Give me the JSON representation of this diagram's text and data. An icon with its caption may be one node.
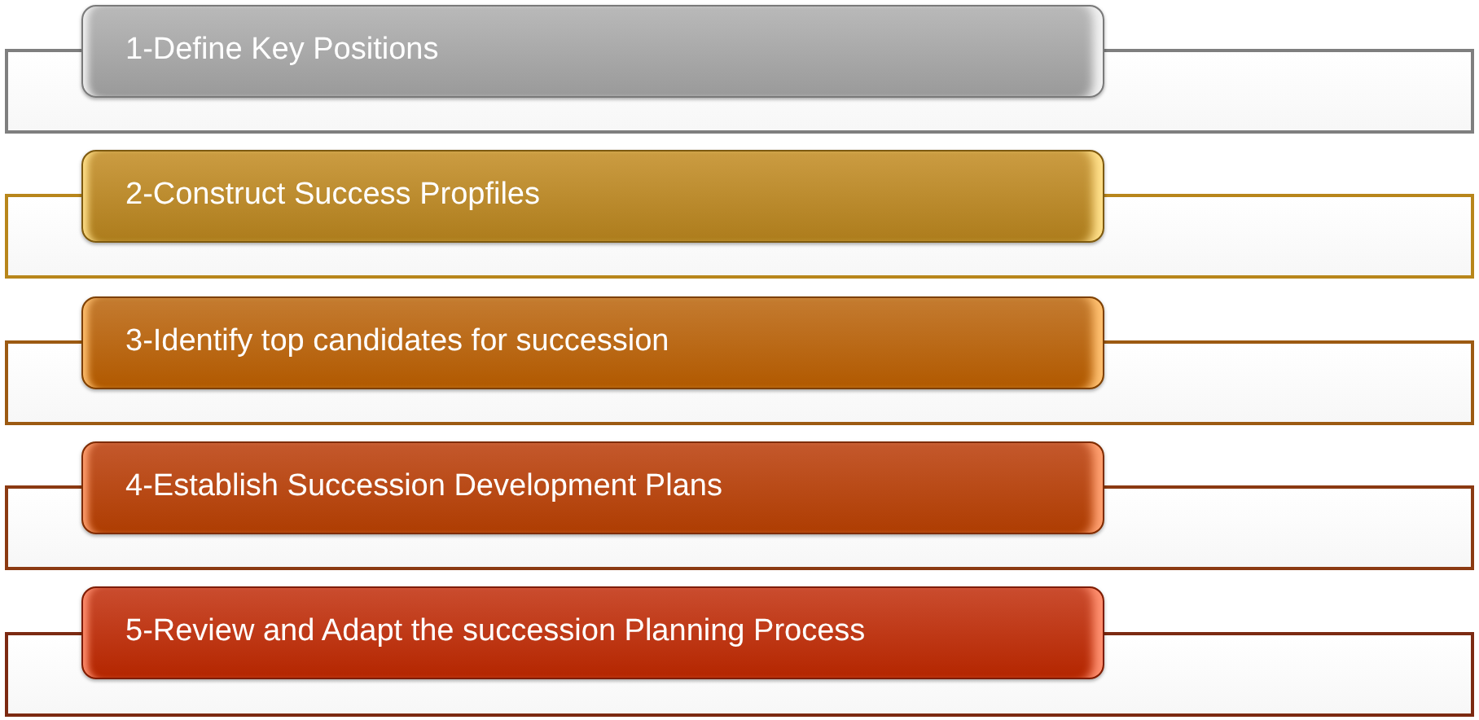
{
  "diagram": {
    "nodes": [
      {
        "text": [
          "1-Define Key Positions"
        ]
      },
      {
        "text": [],
        "shape": "box"
      },
      {
        "text": [
          "2-Construct Success Propfiles"
        ]
      },
      {
        "text": [],
        "shape": "box"
      },
      {
        "text": [
          "3-Identify top candidates for succession"
        ]
      },
      {
        "text": [],
        "shape": "box"
      },
      {
        "text": [
          "4-Establish Succession Development Plans"
        ]
      },
      {
        "text": [],
        "shape": "box"
      },
      {
        "text": [
          "5-Review and Adapt the succession Planning Process"
        ]
      },
      {
        "text": [],
        "shape": "box"
      }
    ]
  }
}
